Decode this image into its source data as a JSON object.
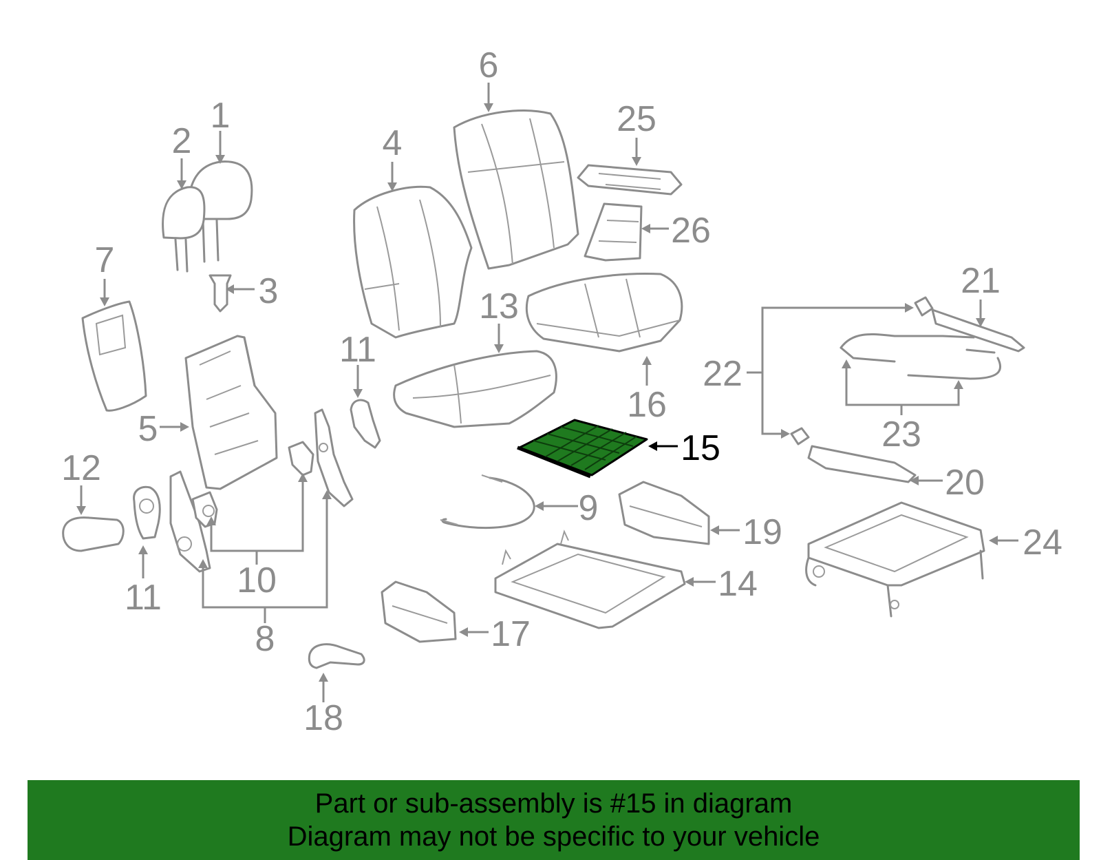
{
  "diagram": {
    "highlight_color": "#1f7a1f",
    "callouts": {
      "c1": "1",
      "c2": "2",
      "c3": "3",
      "c4": "4",
      "c5": "5",
      "c6": "6",
      "c7": "7",
      "c8": "8",
      "c9": "9",
      "c10": "10",
      "c11a": "11",
      "c11b": "11",
      "c12": "12",
      "c13": "13",
      "c14": "14",
      "c15": "15",
      "c16": "16",
      "c17": "17",
      "c18": "18",
      "c19": "19",
      "c20": "20",
      "c21": "21",
      "c22": "22",
      "c23": "23",
      "c24": "24",
      "c25": "25",
      "c26": "26"
    },
    "highlighted_part": "15"
  },
  "footer": {
    "line1": "Part or sub-assembly is #15 in diagram",
    "line2": "Diagram may not be specific to your vehicle",
    "background": "#1f7a1f"
  }
}
